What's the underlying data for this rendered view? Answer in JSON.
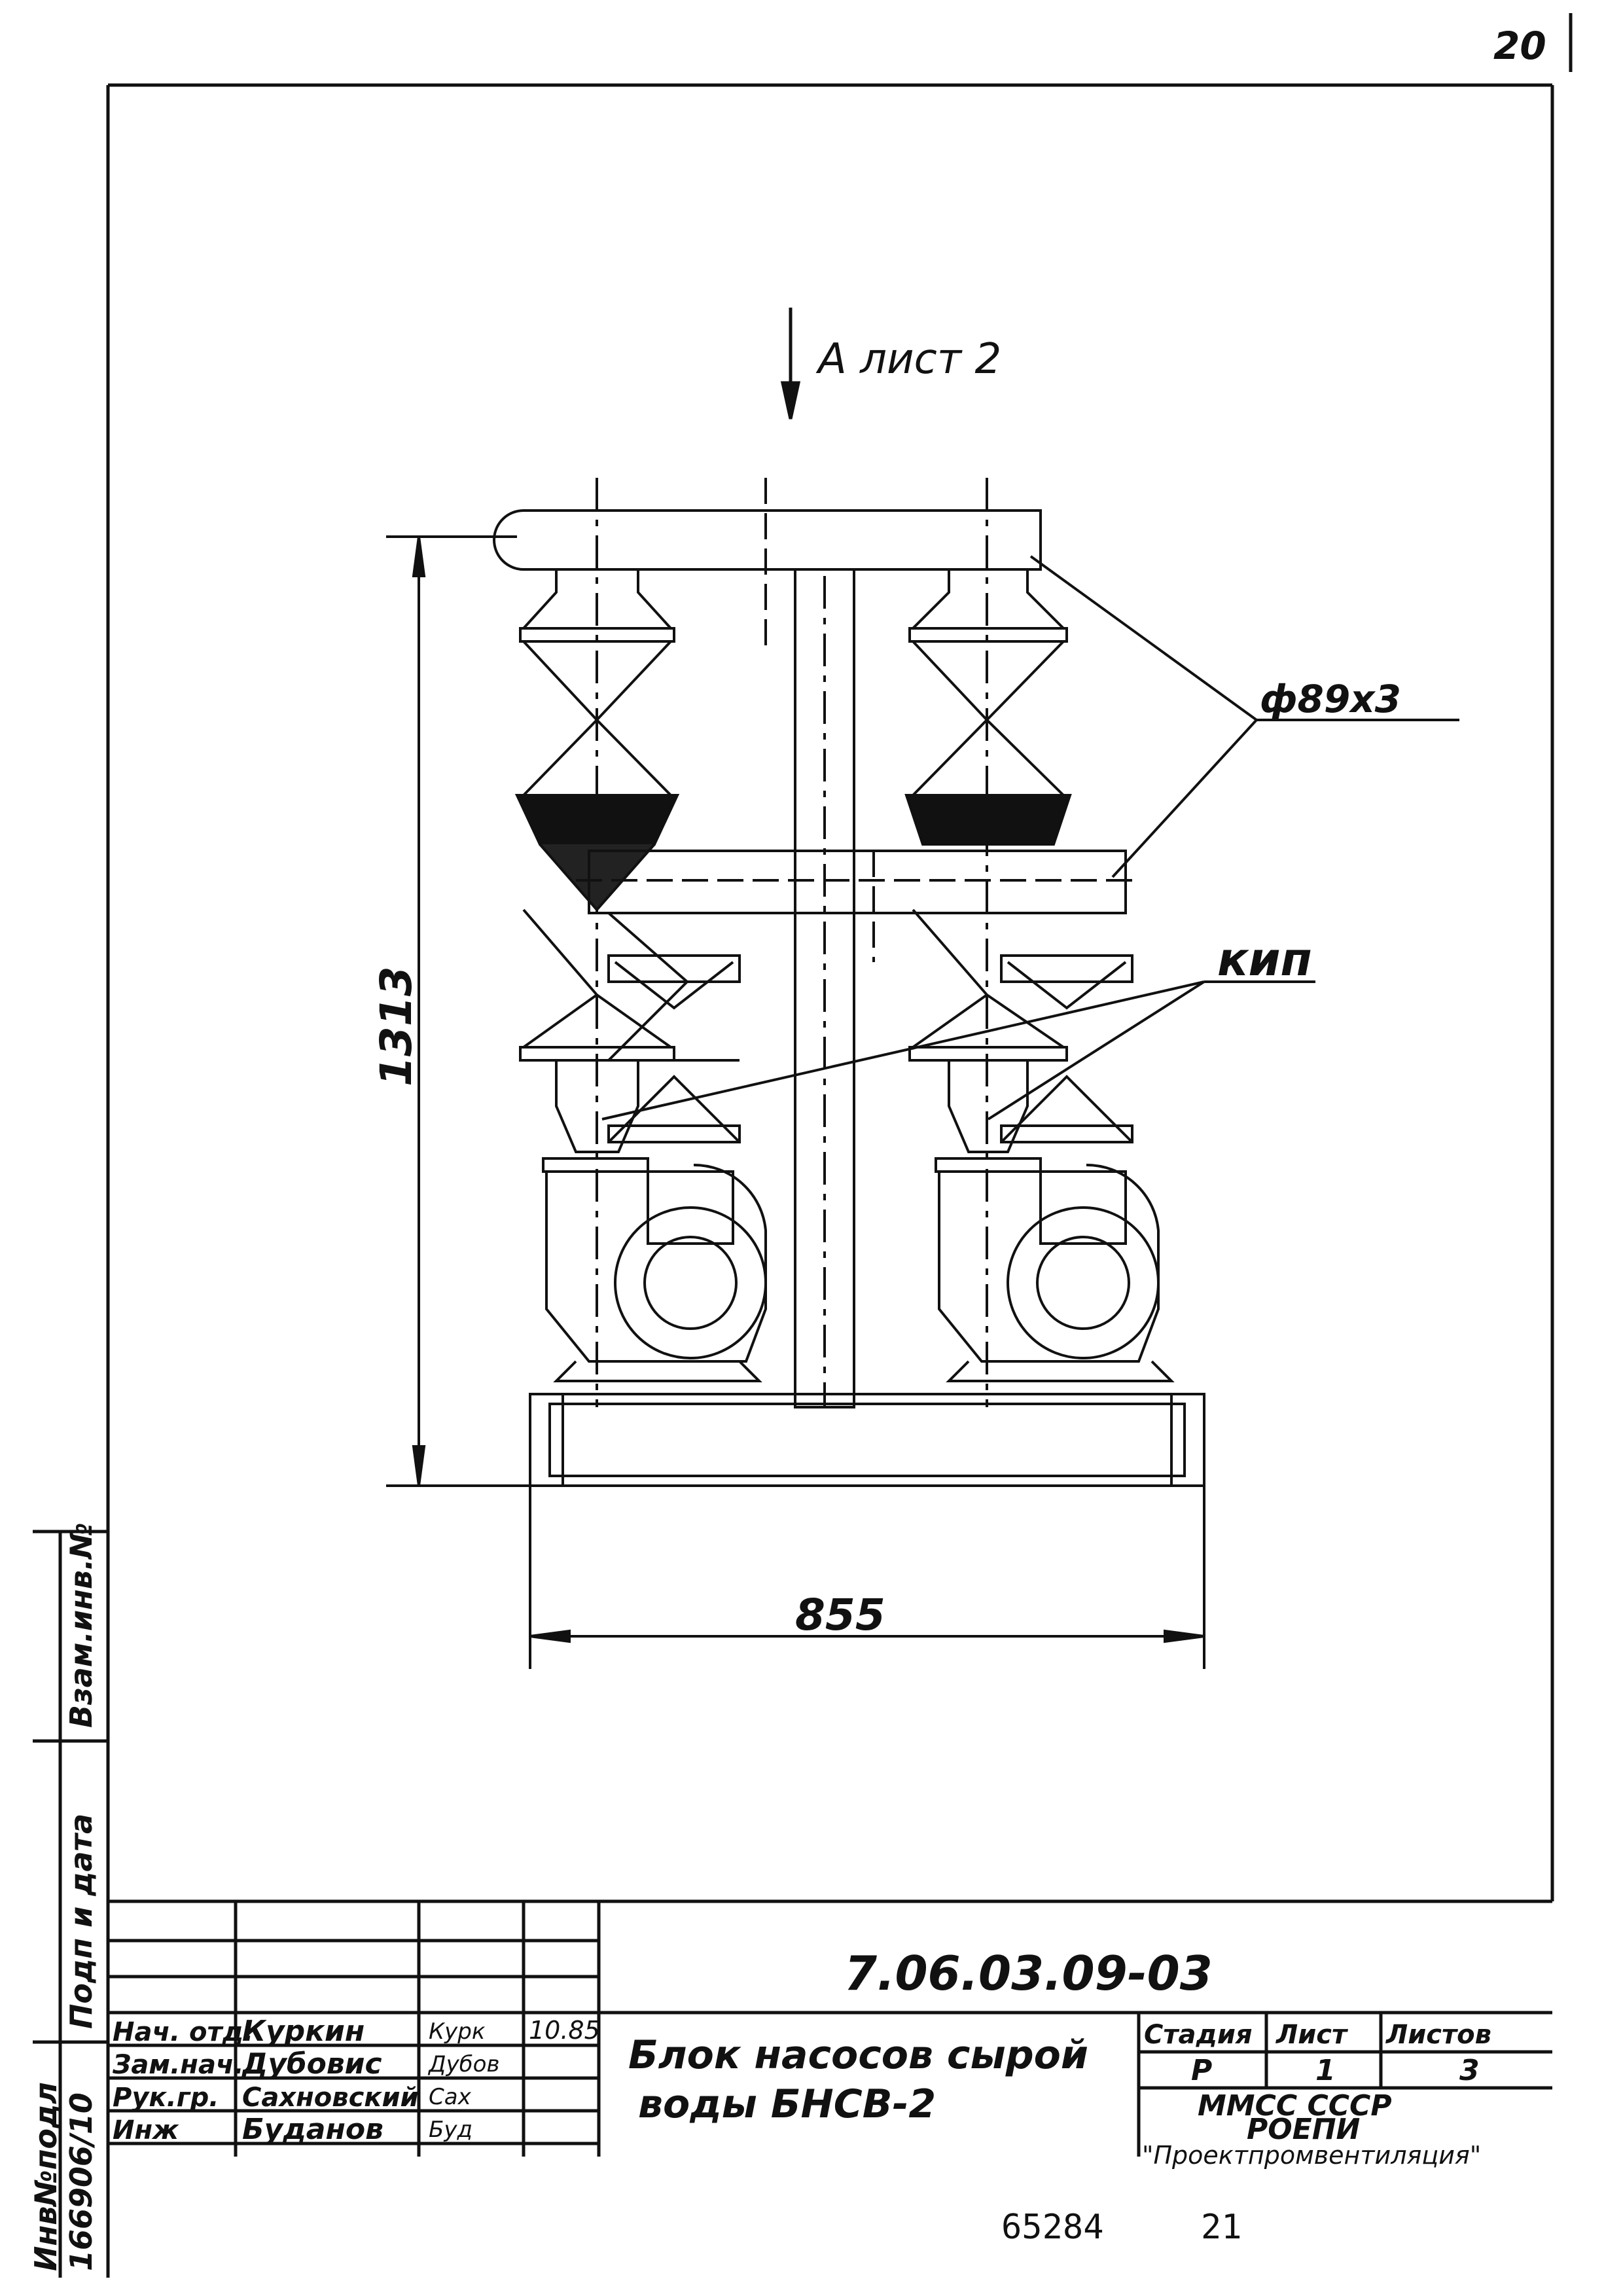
{
  "sheet_corner_number": "20",
  "view_label": "A лист 2",
  "dimensions": {
    "height": "1313",
    "width": "855",
    "pipe_diameter": "ф89х3"
  },
  "callout_kip": "кип",
  "side_stamp": {
    "inv_no_label": "Инв№подл",
    "inv_no_value": "166906/10",
    "sign_date_label": "Подп и дата",
    "vzam_label": "Взам.инв.№"
  },
  "title_block": {
    "doc_code": "7.06.03.09-03",
    "title_line1": "Блок насосов сырой",
    "title_line2": "воды БНСВ-2",
    "date": "10.85",
    "staff": [
      {
        "role": "Нач. отд.",
        "name": "Куркин",
        "sign": "Курк"
      },
      {
        "role": "Зам.нач.",
        "name": "Дубовис",
        "sign": "Дубов"
      },
      {
        "role": "Рук.гр.",
        "name": "Сахновский",
        "sign": "Сах"
      },
      {
        "role": "Инж",
        "name": "Буданов",
        "sign": "Буд"
      }
    ],
    "stage_label": "Стадия",
    "sheet_label": "Лист",
    "sheets_label": "Листов",
    "stage_value": "Р",
    "sheet_value": "1",
    "sheets_value": "3",
    "org_line1": "ММСС СССР",
    "org_line2": "РОЕПИ",
    "org_line3": "\"Проектпромвентиляция\""
  },
  "footer": {
    "archive_no": "65284",
    "page_no": "21"
  }
}
